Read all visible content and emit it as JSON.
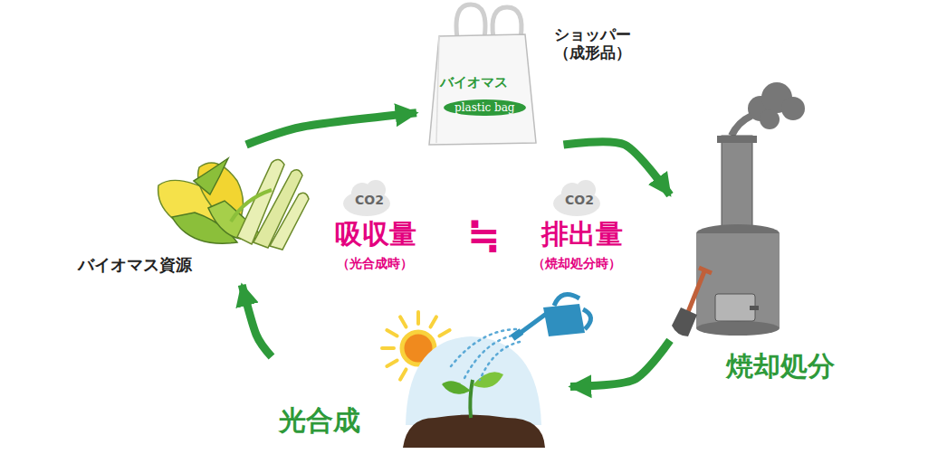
{
  "diagram": {
    "nodes": [
      {
        "text": [
          "バイオマス資源"
        ]
      },
      {
        "text": [
          "バイオマス",
          "plastic bag",
          "ショッパー （成形品）"
        ]
      },
      {
        "text": [
          "焼却処分"
        ]
      },
      {
        "text": [
          "光合成"
        ]
      }
    ],
    "edges": [
      {
        "from": 0,
        "to": 1,
        "arrow": "to"
      },
      {
        "from": 1,
        "to": 2,
        "arrow": "to"
      },
      {
        "from": 2,
        "to": 3,
        "arrow": "to"
      },
      {
        "from": 3,
        "to": 0,
        "arrow": "to"
      }
    ],
    "labels": [
      "CO2",
      "吸収量",
      "（光合成時）",
      "≒",
      "CO2",
      "排出量",
      "（焼却処分時）"
    ]
  }
}
